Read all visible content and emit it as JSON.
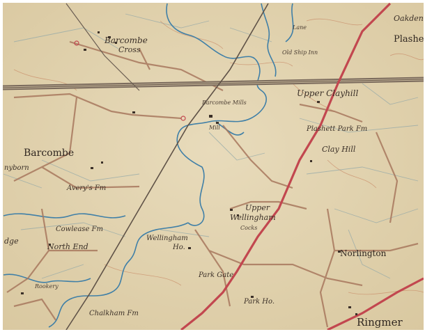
{
  "map": {
    "colors": {
      "paper": "#e4d6b4",
      "paper_dark": "#d6c49c",
      "river": "#3f7fa7",
      "main_road": "#c2474f",
      "minor_road": "#a8785e",
      "railway": "#6b5a4c",
      "contour": "#c98d6a",
      "field_line": "#8fa6a8",
      "ink": "#3b3028"
    },
    "labels": {
      "barcombe_cross_1": "Barcombe",
      "barcombe_cross_2": "Cross",
      "barcombe": "Barcombe",
      "upper_clayhill": "Upper Clayhill",
      "plashett_park": "Plashett Park Fm",
      "clay_hill": "Clay Hill",
      "upper_wellingham_1": "Upper",
      "upper_wellingham_2": "Wellingham",
      "wellingham_ho_1": "Wellingham",
      "wellingham_ho_2": "Ho.",
      "norlington": "Norlington",
      "north_end": "North End",
      "averys_fm": "Avery's Fm",
      "cowlease_fm": "Cowlease Fm",
      "chalkham_fm": "Chalkham Fm",
      "park_ho": "Park Ho.",
      "park_gate": "Park Gate",
      "ringmer": "Ringmer",
      "plashe": "Plashe",
      "oakdene": "Oakden",
      "old_ship_inn": "Old Ship Inn",
      "barcombe_mills": "Barcombe Mills",
      "mill": "Mill",
      "lane": "Lane",
      "dge": "dge",
      "nyborn": "nyborn",
      "cockes": "Cocks",
      "rookery": "Rookery"
    }
  }
}
